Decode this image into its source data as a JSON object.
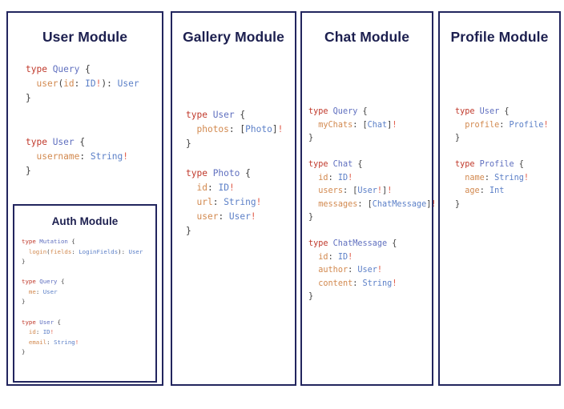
{
  "page": {
    "background": "#ffffff",
    "border_color": "#22255e",
    "title_color": "#1c1f4f",
    "syntax_colors": {
      "keyword": "#c0392b",
      "type_name": "#5f6fbf",
      "field": "#d2894f",
      "scalar": "#5b7fc7",
      "non_null": "#e05a47",
      "punctuation": "#3d3d3d"
    }
  },
  "panels": [
    {
      "id": "user-module",
      "title": "User Module",
      "code_lines": [
        [
          {
            "t": "type ",
            "c": "kw"
          },
          {
            "t": "Query",
            "c": "tn"
          },
          {
            "t": " {",
            "c": "pn"
          }
        ],
        [
          {
            "t": "  ",
            "c": "pn"
          },
          {
            "t": "user",
            "c": "fd"
          },
          {
            "t": "(",
            "c": "pn"
          },
          {
            "t": "id",
            "c": "fd"
          },
          {
            "t": ": ",
            "c": "pn"
          },
          {
            "t": "ID",
            "c": "ty"
          },
          {
            "t": "!",
            "c": "bang"
          },
          {
            "t": "): ",
            "c": "pn"
          },
          {
            "t": "User",
            "c": "ty"
          }
        ],
        [
          {
            "t": "}",
            "c": "pn"
          }
        ],
        [
          {
            "t": "",
            "c": "pn"
          }
        ],
        [
          {
            "t": "",
            "c": "pn"
          }
        ],
        [
          {
            "t": "type ",
            "c": "kw"
          },
          {
            "t": "User",
            "c": "tn"
          },
          {
            "t": " {",
            "c": "pn"
          }
        ],
        [
          {
            "t": "  ",
            "c": "pn"
          },
          {
            "t": "username",
            "c": "fd"
          },
          {
            "t": ": ",
            "c": "pn"
          },
          {
            "t": "String",
            "c": "ty"
          },
          {
            "t": "!",
            "c": "bang"
          }
        ],
        [
          {
            "t": "}",
            "c": "pn"
          }
        ]
      ],
      "nested": {
        "id": "auth-module",
        "title": "Auth Module",
        "code_lines": [
          [
            {
              "t": "type ",
              "c": "kw"
            },
            {
              "t": "Mutation",
              "c": "tn"
            },
            {
              "t": " {",
              "c": "pn"
            }
          ],
          [
            {
              "t": "  ",
              "c": "pn"
            },
            {
              "t": "login",
              "c": "fd"
            },
            {
              "t": "(",
              "c": "pn"
            },
            {
              "t": "fields",
              "c": "fd"
            },
            {
              "t": ": ",
              "c": "pn"
            },
            {
              "t": "LoginFields",
              "c": "ty"
            },
            {
              "t": "): ",
              "c": "pn"
            },
            {
              "t": "User",
              "c": "ty"
            }
          ],
          [
            {
              "t": "}",
              "c": "pn"
            }
          ],
          [
            {
              "t": "",
              "c": "pn"
            }
          ],
          [
            {
              "t": "type ",
              "c": "kw"
            },
            {
              "t": "Query",
              "c": "tn"
            },
            {
              "t": " {",
              "c": "pn"
            }
          ],
          [
            {
              "t": "  ",
              "c": "pn"
            },
            {
              "t": "me",
              "c": "fd"
            },
            {
              "t": ": ",
              "c": "pn"
            },
            {
              "t": "User",
              "c": "ty"
            }
          ],
          [
            {
              "t": "}",
              "c": "pn"
            }
          ],
          [
            {
              "t": "",
              "c": "pn"
            }
          ],
          [
            {
              "t": "type ",
              "c": "kw"
            },
            {
              "t": "User",
              "c": "tn"
            },
            {
              "t": " {",
              "c": "pn"
            }
          ],
          [
            {
              "t": "  ",
              "c": "pn"
            },
            {
              "t": "id",
              "c": "fd"
            },
            {
              "t": ": ",
              "c": "pn"
            },
            {
              "t": "ID",
              "c": "ty"
            },
            {
              "t": "!",
              "c": "bang"
            }
          ],
          [
            {
              "t": "  ",
              "c": "pn"
            },
            {
              "t": "email",
              "c": "fd"
            },
            {
              "t": ": ",
              "c": "pn"
            },
            {
              "t": "String",
              "c": "ty"
            },
            {
              "t": "!",
              "c": "bang"
            }
          ],
          [
            {
              "t": "}",
              "c": "pn"
            }
          ]
        ]
      }
    },
    {
      "id": "gallery-module",
      "title": "Gallery Module",
      "code_lines": [
        [
          {
            "t": "type ",
            "c": "kw"
          },
          {
            "t": "User",
            "c": "tn"
          },
          {
            "t": " {",
            "c": "pn"
          }
        ],
        [
          {
            "t": "  ",
            "c": "pn"
          },
          {
            "t": "photos",
            "c": "fd"
          },
          {
            "t": ": [",
            "c": "pn"
          },
          {
            "t": "Photo",
            "c": "ty"
          },
          {
            "t": "]",
            "c": "pn"
          },
          {
            "t": "!",
            "c": "bang"
          }
        ],
        [
          {
            "t": "}",
            "c": "pn"
          }
        ],
        [
          {
            "t": "",
            "c": "pn"
          }
        ],
        [
          {
            "t": "type ",
            "c": "kw"
          },
          {
            "t": "Photo",
            "c": "tn"
          },
          {
            "t": " {",
            "c": "pn"
          }
        ],
        [
          {
            "t": "  ",
            "c": "pn"
          },
          {
            "t": "id",
            "c": "fd"
          },
          {
            "t": ": ",
            "c": "pn"
          },
          {
            "t": "ID",
            "c": "ty"
          },
          {
            "t": "!",
            "c": "bang"
          }
        ],
        [
          {
            "t": "  ",
            "c": "pn"
          },
          {
            "t": "url",
            "c": "fd"
          },
          {
            "t": ": ",
            "c": "pn"
          },
          {
            "t": "String",
            "c": "ty"
          },
          {
            "t": "!",
            "c": "bang"
          }
        ],
        [
          {
            "t": "  ",
            "c": "pn"
          },
          {
            "t": "user",
            "c": "fd"
          },
          {
            "t": ": ",
            "c": "pn"
          },
          {
            "t": "User",
            "c": "ty"
          },
          {
            "t": "!",
            "c": "bang"
          }
        ],
        [
          {
            "t": "}",
            "c": "pn"
          }
        ]
      ]
    },
    {
      "id": "chat-module",
      "title": "Chat Module",
      "code_lines": [
        [
          {
            "t": "type ",
            "c": "kw"
          },
          {
            "t": "Query",
            "c": "tn"
          },
          {
            "t": " {",
            "c": "pn"
          }
        ],
        [
          {
            "t": "  ",
            "c": "pn"
          },
          {
            "t": "myChats",
            "c": "fd"
          },
          {
            "t": ": [",
            "c": "pn"
          },
          {
            "t": "Chat",
            "c": "ty"
          },
          {
            "t": "]",
            "c": "pn"
          },
          {
            "t": "!",
            "c": "bang"
          }
        ],
        [
          {
            "t": "}",
            "c": "pn"
          }
        ],
        [
          {
            "t": "",
            "c": "pn"
          }
        ],
        [
          {
            "t": "type ",
            "c": "kw"
          },
          {
            "t": "Chat",
            "c": "tn"
          },
          {
            "t": " {",
            "c": "pn"
          }
        ],
        [
          {
            "t": "  ",
            "c": "pn"
          },
          {
            "t": "id",
            "c": "fd"
          },
          {
            "t": ": ",
            "c": "pn"
          },
          {
            "t": "ID",
            "c": "ty"
          },
          {
            "t": "!",
            "c": "bang"
          }
        ],
        [
          {
            "t": "  ",
            "c": "pn"
          },
          {
            "t": "users",
            "c": "fd"
          },
          {
            "t": ": [",
            "c": "pn"
          },
          {
            "t": "User",
            "c": "ty"
          },
          {
            "t": "!",
            "c": "bang"
          },
          {
            "t": "]",
            "c": "pn"
          },
          {
            "t": "!",
            "c": "bang"
          }
        ],
        [
          {
            "t": "  ",
            "c": "pn"
          },
          {
            "t": "messages",
            "c": "fd"
          },
          {
            "t": ": [",
            "c": "pn"
          },
          {
            "t": "ChatMessage",
            "c": "ty"
          },
          {
            "t": "]",
            "c": "pn"
          },
          {
            "t": "!",
            "c": "bang"
          }
        ],
        [
          {
            "t": "}",
            "c": "pn"
          }
        ],
        [
          {
            "t": "",
            "c": "pn"
          }
        ],
        [
          {
            "t": "type ",
            "c": "kw"
          },
          {
            "t": "ChatMessage",
            "c": "tn"
          },
          {
            "t": " {",
            "c": "pn"
          }
        ],
        [
          {
            "t": "  ",
            "c": "pn"
          },
          {
            "t": "id",
            "c": "fd"
          },
          {
            "t": ": ",
            "c": "pn"
          },
          {
            "t": "ID",
            "c": "ty"
          },
          {
            "t": "!",
            "c": "bang"
          }
        ],
        [
          {
            "t": "  ",
            "c": "pn"
          },
          {
            "t": "author",
            "c": "fd"
          },
          {
            "t": ": ",
            "c": "pn"
          },
          {
            "t": "User",
            "c": "ty"
          },
          {
            "t": "!",
            "c": "bang"
          }
        ],
        [
          {
            "t": "  ",
            "c": "pn"
          },
          {
            "t": "content",
            "c": "fd"
          },
          {
            "t": ": ",
            "c": "pn"
          },
          {
            "t": "String",
            "c": "ty"
          },
          {
            "t": "!",
            "c": "bang"
          }
        ],
        [
          {
            "t": "}",
            "c": "pn"
          }
        ]
      ]
    },
    {
      "id": "profile-module",
      "title": "Profile Module",
      "code_lines": [
        [
          {
            "t": "type ",
            "c": "kw"
          },
          {
            "t": "User",
            "c": "tn"
          },
          {
            "t": " {",
            "c": "pn"
          }
        ],
        [
          {
            "t": "  ",
            "c": "pn"
          },
          {
            "t": "profile",
            "c": "fd"
          },
          {
            "t": ": ",
            "c": "pn"
          },
          {
            "t": "Profile",
            "c": "ty"
          },
          {
            "t": "!",
            "c": "bang"
          }
        ],
        [
          {
            "t": "}",
            "c": "pn"
          }
        ],
        [
          {
            "t": "",
            "c": "pn"
          }
        ],
        [
          {
            "t": "type ",
            "c": "kw"
          },
          {
            "t": "Profile",
            "c": "tn"
          },
          {
            "t": " {",
            "c": "pn"
          }
        ],
        [
          {
            "t": "  ",
            "c": "pn"
          },
          {
            "t": "name",
            "c": "fd"
          },
          {
            "t": ": ",
            "c": "pn"
          },
          {
            "t": "String",
            "c": "ty"
          },
          {
            "t": "!",
            "c": "bang"
          }
        ],
        [
          {
            "t": "  ",
            "c": "pn"
          },
          {
            "t": "age",
            "c": "fd"
          },
          {
            "t": ": ",
            "c": "pn"
          },
          {
            "t": "Int",
            "c": "ty"
          }
        ],
        [
          {
            "t": "}",
            "c": "pn"
          }
        ]
      ]
    }
  ]
}
